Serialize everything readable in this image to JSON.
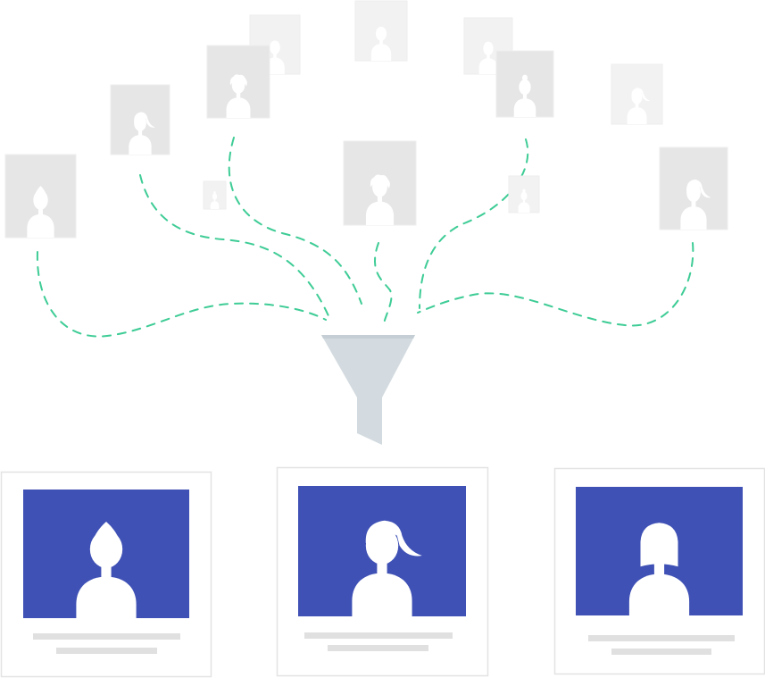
{
  "colors": {
    "background": "#ffffff",
    "candidate_card": "#e6e6e6",
    "candidate_card_faded": "#f2f2f2",
    "silhouette": "#ffffff",
    "funnel": "#d3dbe0",
    "funnel_shade": "#c5ced4",
    "dashed_path": "#3ecc96",
    "selected_photo": "#3f51b5",
    "selected_card_border": "#e3e3e3",
    "placeholder_line": "#e0e0e0"
  },
  "icons": {
    "candidate": "person-silhouette-icon",
    "funnel": "funnel-icon",
    "selected_profile": "profile-card-icon"
  },
  "candidates": [
    {
      "id": "c1",
      "style": "topknot",
      "faded": false
    },
    {
      "id": "c2",
      "style": "ponytail",
      "faded": false
    },
    {
      "id": "c3",
      "style": "bun",
      "faded": true
    },
    {
      "id": "c4",
      "style": "curly",
      "faded": false
    },
    {
      "id": "c5",
      "style": "round",
      "faded": true
    },
    {
      "id": "c6",
      "style": "round",
      "faded": true
    },
    {
      "id": "c7",
      "style": "curly",
      "faded": false
    },
    {
      "id": "c8",
      "style": "short",
      "faded": true
    },
    {
      "id": "c9",
      "style": "bun",
      "faded": true
    },
    {
      "id": "c10",
      "style": "ponytail",
      "faded": true
    },
    {
      "id": "c11",
      "style": "bun",
      "faded": false
    },
    {
      "id": "c12",
      "style": "round",
      "faded": true
    },
    {
      "id": "c13",
      "style": "ponytail",
      "faded": false
    }
  ],
  "selected_profiles": [
    {
      "id": "s1",
      "style": "topknot"
    },
    {
      "id": "s2",
      "style": "ponytail"
    },
    {
      "id": "s3",
      "style": "bob"
    }
  ]
}
